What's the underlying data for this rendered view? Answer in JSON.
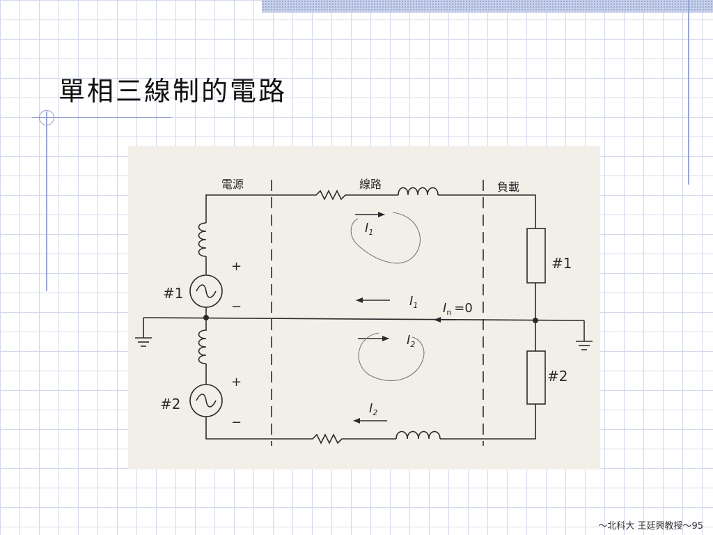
{
  "slide": {
    "title": "單相三線制的電路",
    "footer": "～北科大 王廷興教授～95"
  },
  "diagram": {
    "section_source": "電源",
    "section_line": "線路",
    "section_load": "負載",
    "source_1": "#1",
    "source_2": "#2",
    "plus_1": "+",
    "minus_1": "−",
    "plus_2": "+",
    "minus_2": "−",
    "load_1": "#1",
    "load_2": "#2",
    "current_i1_top": "I",
    "current_i1_top_sub": "1",
    "current_i1_mid": "I",
    "current_i1_mid_sub": "1",
    "current_neutral": "I",
    "current_neutral_sub": "n",
    "current_neutral_value": "=0",
    "current_i2_mid": "I",
    "current_i2_mid_sub": "2",
    "current_i2_bottom": "I",
    "current_i2_bottom_sub": "2"
  },
  "colors": {
    "grid": "#d3d9ec",
    "accent": "#9aa7d6",
    "ink": "#2a2a2a",
    "figure_bg": "#f1efe8"
  }
}
